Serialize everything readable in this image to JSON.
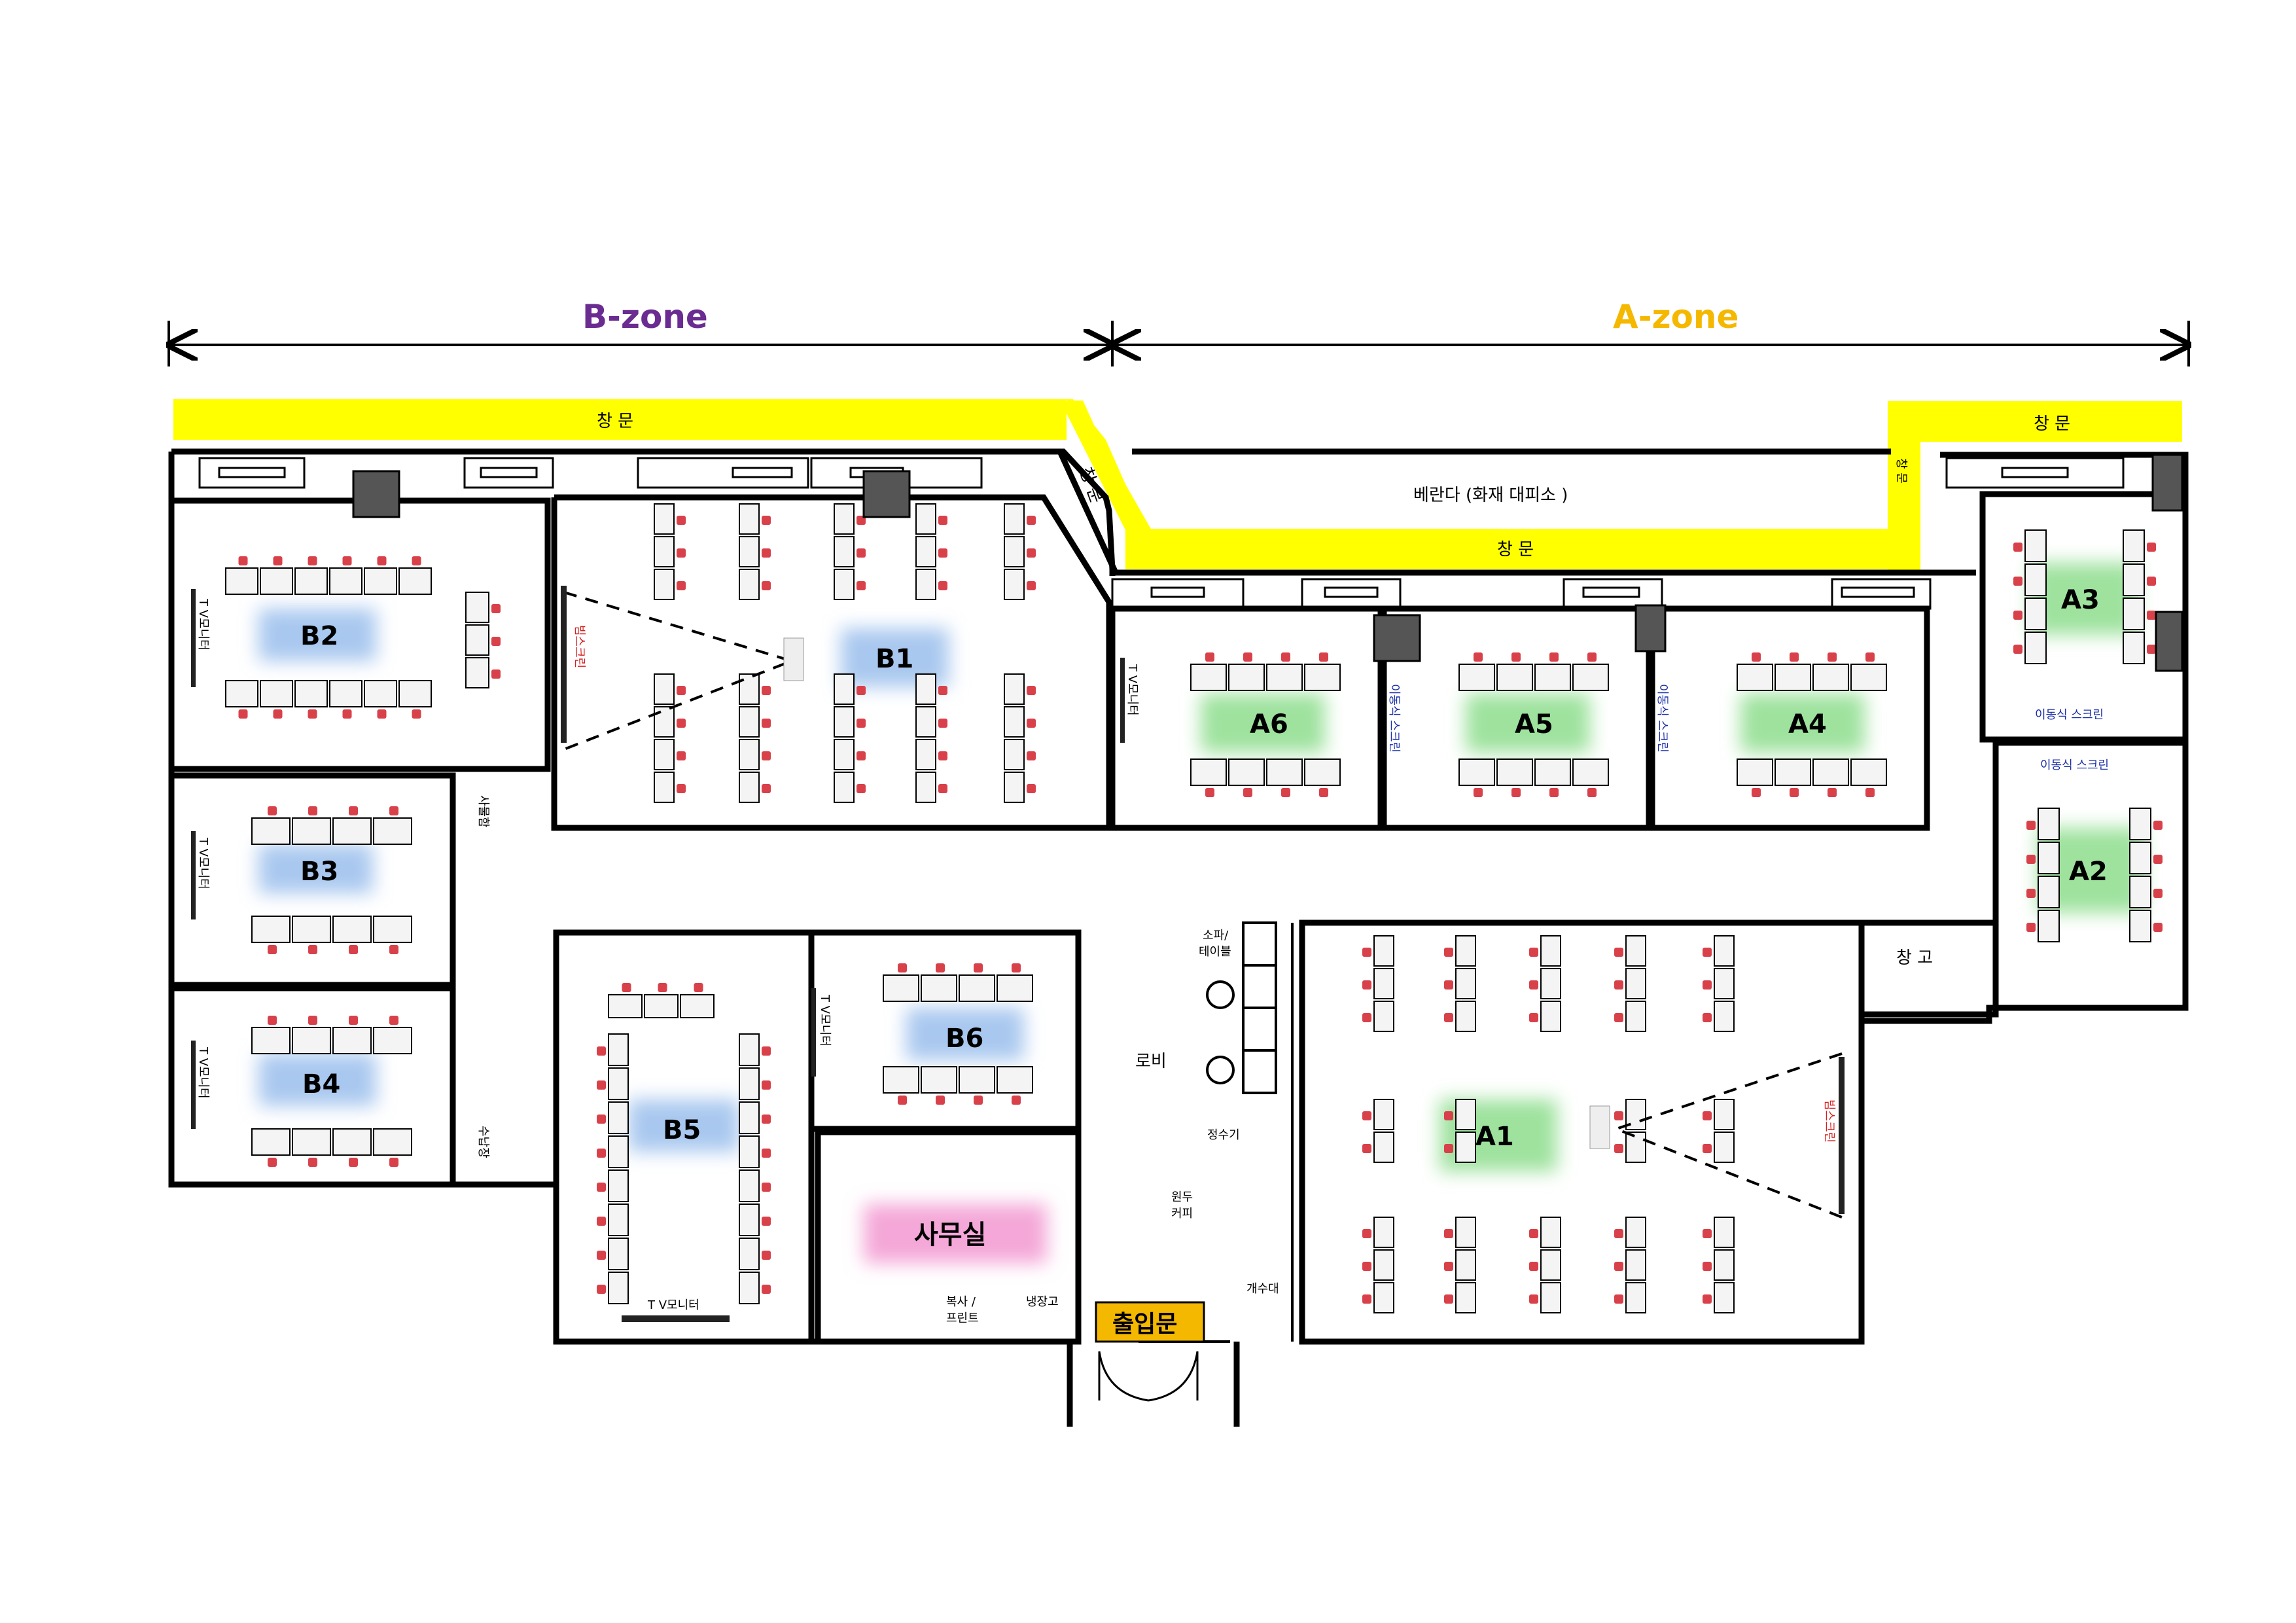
{
  "zones": {
    "b_zone": "B-zone",
    "a_zone": "A-zone"
  },
  "colors": {
    "b_zone": "#6a2c91",
    "a_zone": "#f5b800",
    "window_band": "#ffff00",
    "wall": "#000000",
    "chair": "#d9414a",
    "glow_b": "#a9c8ef",
    "glow_a": "#9ee29e",
    "glow_office": "#f4a7d8",
    "entrance": "#f5b800",
    "screen_label": "#d62020",
    "mobile_screen_label": "#1a2fa8"
  },
  "windows": {
    "left": "창 문",
    "middle": "창 문",
    "right": "창 문",
    "diag": "창 문",
    "right_vertical": "창 문"
  },
  "balcony": "베란다 (화재 대피소 )",
  "rooms": {
    "B1": "B1",
    "B2": "B2",
    "B3": "B3",
    "B4": "B4",
    "B5": "B5",
    "B6": "B6",
    "A1": "A1",
    "A2": "A2",
    "A3": "A3",
    "A4": "A4",
    "A5": "A5",
    "A6": "A6",
    "office": "사무실"
  },
  "labels": {
    "tv_monitor": "T V모니터",
    "beam_screen": "빔스크린",
    "mobile_screen": "이동식 스크린",
    "supplies": "사물함",
    "water": "수납장",
    "sofa": "소파/\n테이블",
    "sofa_line1": "소파/",
    "sofa_line2": "테이블",
    "lobby": "로비",
    "water_purifier": "정수기",
    "coffee_line1": "원두",
    "coffee_line2": "커피",
    "sink": "개수대",
    "storage": "창 고",
    "fridge": "냉장고",
    "copier_line1": "복사 /",
    "copier_line2": "프린트",
    "entrance": "출입문"
  }
}
